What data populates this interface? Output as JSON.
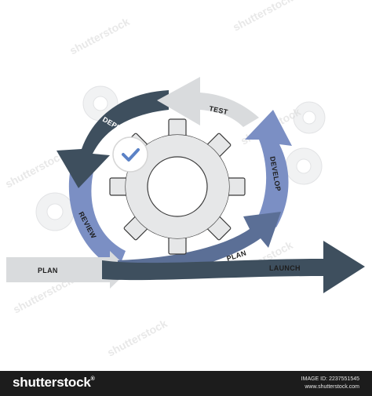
{
  "diagram": {
    "labels": {
      "test": "TEST",
      "develop": "DEVELOP",
      "deploy": "DEPLOY",
      "review": "REVIEW",
      "plan_left": "PLAN",
      "plan_arc": "PLAN",
      "launch": "LAUNCH"
    },
    "icons": {
      "center": "gear-icon",
      "badge": "checkmark-icon",
      "background": "gear-icon"
    },
    "colors": {
      "dark_slate": "#3e4f5e",
      "periwinkle": "#7b8fc4",
      "light_grey": "#d9dbdd",
      "gear_fill": "#e6e7e8",
      "check_blue": "#5b82c6"
    }
  },
  "watermark": {
    "text": "shutterstock"
  },
  "footer": {
    "brand": "shutterstock",
    "trademark": "®",
    "image_id": "IMAGE ID: 2237551545",
    "site": "www.shutterstock.com"
  }
}
